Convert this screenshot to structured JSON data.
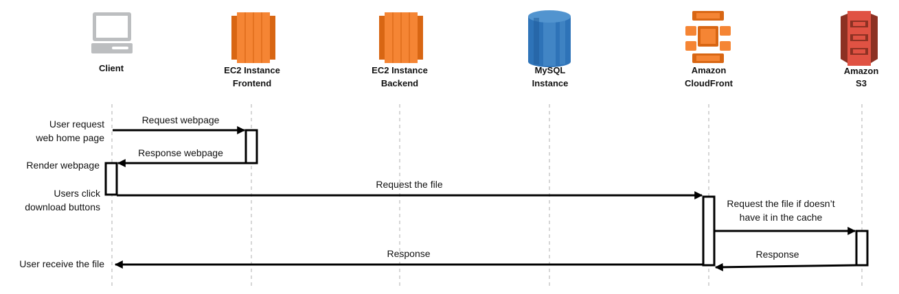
{
  "participants": [
    {
      "id": "client",
      "line1": "Client",
      "line2": "",
      "icon": "laptop-icon"
    },
    {
      "id": "frontend",
      "line1": "EC2 Instance",
      "line2": "Frontend",
      "icon": "ec2-icon"
    },
    {
      "id": "backend",
      "line1": "EC2 Instance",
      "line2": "Backend",
      "icon": "ec2-icon"
    },
    {
      "id": "mysql",
      "line1": "MySQL",
      "line2": "Instance",
      "icon": "database-icon"
    },
    {
      "id": "cloudfront",
      "line1": "Amazon",
      "line2": "CloudFront",
      "icon": "cloudfront-icon"
    },
    {
      "id": "s3",
      "line1": "Amazon",
      "line2": "S3",
      "icon": "s3-bucket-icon"
    }
  ],
  "notes": [
    {
      "line1": "User request",
      "line2": "web home page"
    },
    {
      "line1": "Render webpage",
      "line2": ""
    },
    {
      "line1": "Users click",
      "line2": "download buttons"
    },
    {
      "line1": "User receive the file",
      "line2": ""
    }
  ],
  "messages": [
    {
      "line1": "Request webpage",
      "line2": ""
    },
    {
      "line1": "Response webpage",
      "line2": ""
    },
    {
      "line1": "Request the file",
      "line2": ""
    },
    {
      "line1": "Request the file if doesn’t",
      "line2": "have it in the cache"
    },
    {
      "line1": "Response",
      "line2": ""
    },
    {
      "line1": "Response",
      "line2": ""
    }
  ],
  "colors": {
    "aws_orange": "#F58534",
    "aws_orange_dark": "#D86613",
    "mysql_blue": "#2E73B8",
    "mysql_blue_light": "#5294CF",
    "s3_red": "#E05243",
    "s3_red_dark": "#8C3123",
    "laptop_gray": "#BCBEC0",
    "lifeline": "#C8C8C8",
    "arrow": "#000000"
  }
}
